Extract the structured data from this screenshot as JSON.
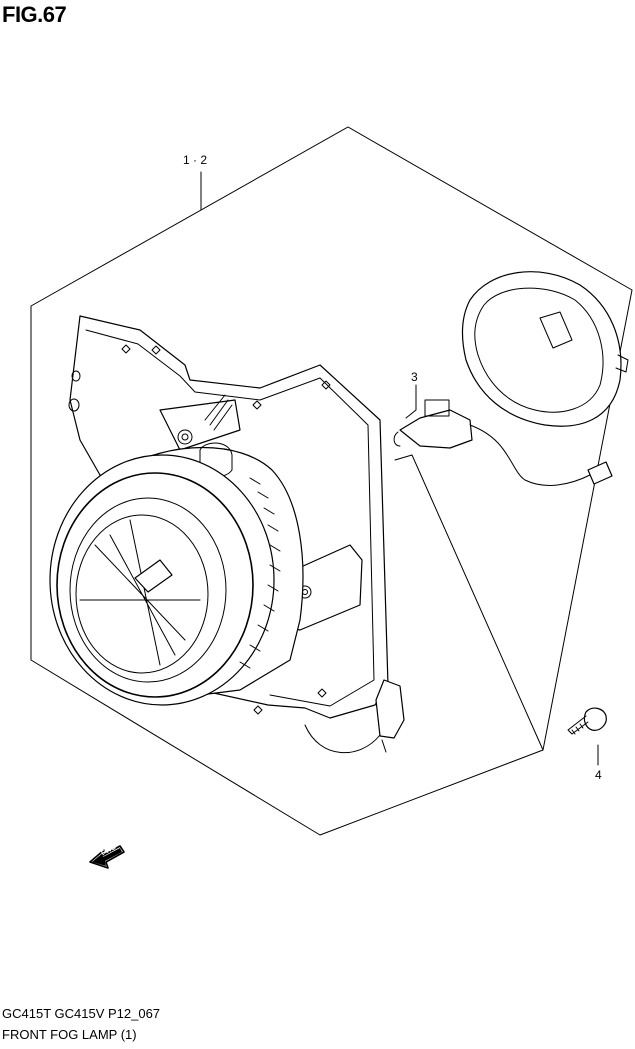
{
  "header": {
    "figure_label": "FIG.67"
  },
  "callouts": [
    {
      "id": "lamp-assy",
      "text": "1 · 2"
    },
    {
      "id": "bulb",
      "text": "3"
    },
    {
      "id": "screw",
      "text": "4"
    }
  ],
  "fwd_arrow": {
    "text": "FWD"
  },
  "footer": {
    "model_code": "GC415T GC415V P12_067",
    "caption": "FRONT FOG LAMP (1)"
  },
  "colors": {
    "line": "#000000",
    "background": "#ffffff"
  }
}
